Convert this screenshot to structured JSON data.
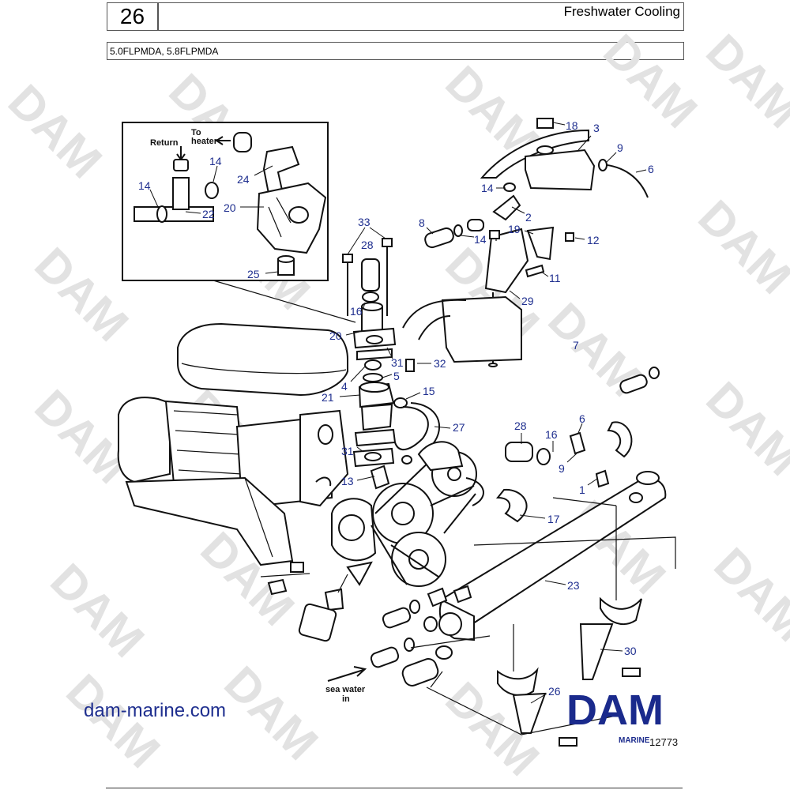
{
  "header": {
    "page_number": "26",
    "title": "Freshwater Cooling",
    "models": "5.0FLPMDA, 5.8FLPMDA"
  },
  "watermark": {
    "text": "DAM",
    "color": "#e2e2e2"
  },
  "inset": {
    "return_label": "Return",
    "heater_label_line1": "To",
    "heater_label_line2": "heater"
  },
  "callouts": {
    "c18": "18",
    "c3": "3",
    "c9a": "9",
    "c6a": "6",
    "c14a": "14",
    "c2": "2",
    "c8": "8",
    "c14b": "14",
    "c19": "19",
    "c12": "12",
    "c11": "11",
    "c29": "29",
    "c7": "7",
    "c33": "33",
    "c28a": "28",
    "c16a": "16",
    "c20a": "20",
    "c31a": "31",
    "c32": "32",
    "c4": "4",
    "c5": "5",
    "c21": "21",
    "c15": "15",
    "c27": "27",
    "c31b": "31",
    "c13": "13",
    "c28b": "28",
    "c16b": "16",
    "c6b": "6",
    "c9b": "9",
    "c1": "1",
    "c17": "17",
    "c23": "23",
    "c30": "30",
    "c26": "26",
    "i14a": "14",
    "i14b": "14",
    "i24": "24",
    "i22": "22",
    "i20": "20",
    "i25": "25"
  },
  "sea_water_label_line1": "sea water",
  "sea_water_label_line2": "in",
  "website": "dam-marine.com",
  "logo": {
    "text": "DAM",
    "subtext": "MARINE",
    "color": "#1a2a8c"
  },
  "figure_number": "12773",
  "colors": {
    "callout": "#1f2f8f",
    "line": "#111111"
  }
}
